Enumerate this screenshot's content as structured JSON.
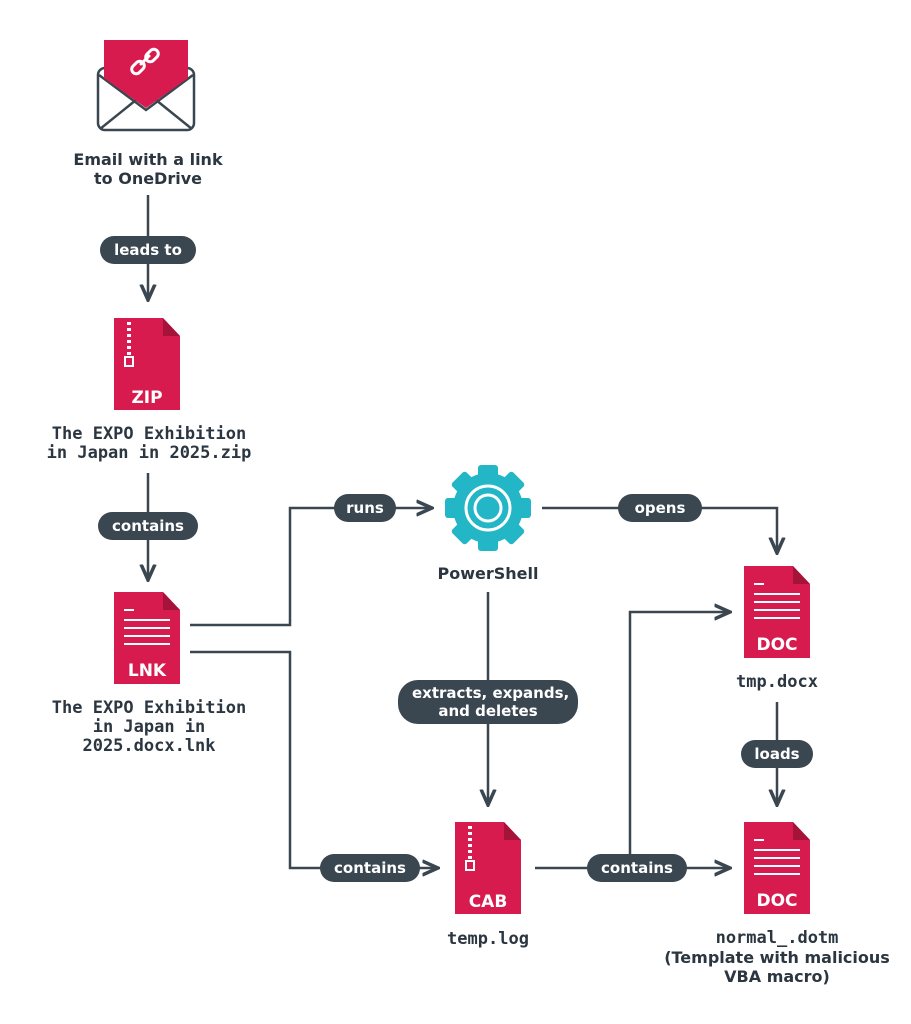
{
  "nodes": {
    "email": {
      "label_line1": "Email with a link",
      "label_line2": "to OneDrive",
      "icon": "envelope-link-icon"
    },
    "zip": {
      "badge": "ZIP",
      "label_line1": "The EXPO Exhibition",
      "label_line2": "in Japan in 2025.zip",
      "icon": "zip-file-icon"
    },
    "lnk": {
      "badge": "LNK",
      "label_line1": "The EXPO Exhibition",
      "label_line2": "in Japan in",
      "label_line3": "2025.docx.lnk",
      "icon": "shortcut-file-icon"
    },
    "powershell": {
      "label": "PowerShell",
      "icon": "gear-icon"
    },
    "cab": {
      "badge": "CAB",
      "label": "temp.log",
      "icon": "cab-file-icon"
    },
    "tmp_doc": {
      "badge": "DOC",
      "label": "tmp.docx",
      "icon": "document-file-icon"
    },
    "normal_doc": {
      "badge": "DOC",
      "label_line1": "normal_.dotm",
      "label_line2": "(Template with malicious",
      "label_line3": "VBA macro)",
      "icon": "document-file-icon"
    }
  },
  "edges": {
    "leads_to": "leads to",
    "contains_zip": "contains",
    "runs": "runs",
    "opens": "opens",
    "extracts_line1": "extracts, expands,",
    "extracts_line2": "and deletes",
    "contains_cab": "contains",
    "contains_doc": "contains",
    "loads": "loads"
  },
  "colors": {
    "accent": "#d81b4f",
    "gear": "#23b6c6",
    "line": "#3a4650",
    "text": "#2b3640"
  }
}
